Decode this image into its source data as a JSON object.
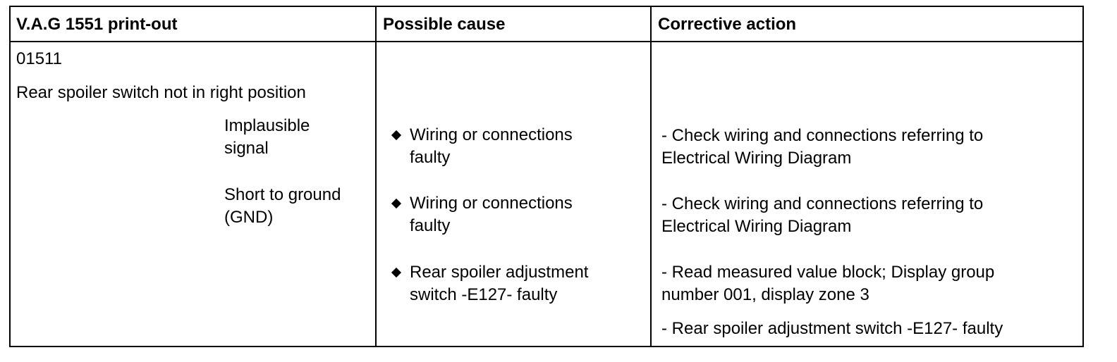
{
  "table": {
    "headers": [
      "V.A.G 1551 print-out",
      "Possible cause",
      "Corrective action"
    ],
    "fault_code": "01511",
    "fault_description": "Rear spoiler switch not in right position",
    "fault_types": [
      {
        "line1": "Implausible",
        "line2": "signal"
      },
      {
        "line1": "Short to ground",
        "line2": "(GND)"
      }
    ],
    "possible_causes": [
      {
        "line1": "Wiring or connections",
        "line2": "faulty"
      },
      {
        "line1": "Wiring or connections",
        "line2": "faulty"
      },
      {
        "line1": "Rear spoiler adjustment",
        "line2": "switch -E127- faulty"
      }
    ],
    "corrective_actions": [
      {
        "line1": "- Check wiring and connections referring to",
        "line2": "Electrical Wiring Diagram"
      },
      {
        "line1": "- Check wiring and connections referring to",
        "line2": "Electrical Wiring Diagram"
      },
      {
        "line1": "- Read measured value block; Display group",
        "line2": "number 001, display zone 3"
      },
      {
        "line1": "- Rear spoiler adjustment switch -E127- faulty",
        "line2": ""
      }
    ],
    "bullet_icon": "diamond-bullet-icon"
  }
}
